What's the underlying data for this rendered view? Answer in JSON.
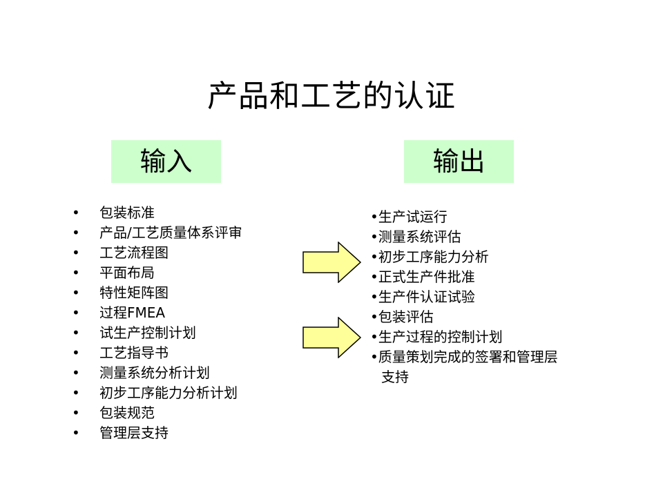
{
  "title": "产品和工艺的认证",
  "input_label": "输入",
  "output_label": "输出",
  "bullet": "•",
  "inputs": [
    "包装标准",
    "产品/工艺质量体系评审",
    "工艺流程图",
    "平面布局",
    "特性矩阵图",
    "过程FMEA",
    "试生产控制计划",
    "工艺指导书",
    "测量系统分析计划",
    "初步工序能力分析计划",
    "包装规范",
    "管理层支持"
  ],
  "outputs": [
    "•生产试运行",
    "•测量系统评估",
    "•初步工序能力分析",
    "•正式生产件批准",
    "•生产件认证试验",
    "•包装评估",
    "•生产过程的控制计划",
    "•质量策划完成的签署和管理层",
    "支持"
  ],
  "colors": {
    "label_background": "#ccffcc",
    "arrow_fill": "#ffff99",
    "arrow_stroke": "#000000"
  }
}
